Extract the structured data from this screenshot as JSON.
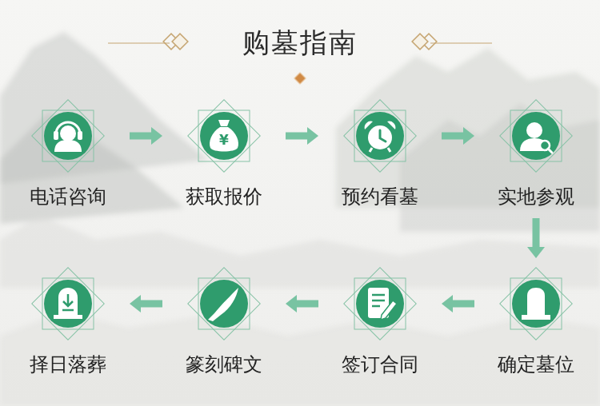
{
  "diagram": {
    "title": "购墓指南",
    "nodes": [
      {
        "text": [
          "电话咨询"
        ]
      },
      {
        "text": [
          "获取报价"
        ]
      },
      {
        "text": [
          "预约看墓"
        ]
      },
      {
        "text": [
          "实地参观"
        ]
      },
      {
        "text": [
          "确定墓位"
        ]
      },
      {
        "text": [
          "签订合同"
        ]
      },
      {
        "text": [
          "篆刻碑文"
        ]
      },
      {
        "text": [
          "择日落葬"
        ]
      }
    ],
    "edges": [
      {
        "from": 0,
        "to": 1,
        "arrow": "to"
      },
      {
        "from": 1,
        "to": 2,
        "arrow": "to"
      },
      {
        "from": 2,
        "to": 3,
        "arrow": "to"
      },
      {
        "from": 3,
        "to": 4,
        "arrow": "to"
      },
      {
        "from": 4,
        "to": 5,
        "arrow": "to"
      },
      {
        "from": 5,
        "to": 6,
        "arrow": "to"
      },
      {
        "from": 6,
        "to": 7,
        "arrow": "to"
      }
    ],
    "labels": [
      "¥"
    ]
  }
}
